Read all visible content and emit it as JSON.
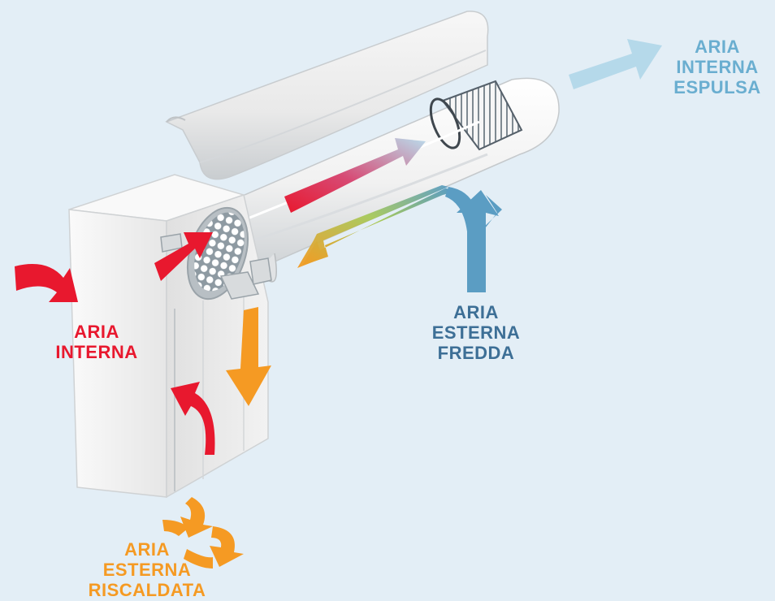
{
  "labels": {
    "expelled": {
      "lines": [
        "ARIA",
        "INTERNA",
        "ESPULSA"
      ],
      "color": "#6aaed0"
    },
    "indoor": {
      "lines": [
        "ARIA",
        "INTERNA"
      ],
      "color": "#e8182e"
    },
    "outdoor_cold": {
      "lines": [
        "ARIA",
        "ESTERNA",
        "FREDDA"
      ],
      "color": "#3d6f96"
    },
    "outdoor_heated": {
      "lines": [
        "ARIA",
        "ESTERNA",
        "RISCALDATA"
      ],
      "color": "#f59a23"
    }
  },
  "colors": {
    "background": "#e3eef6",
    "red_flow": "#e8182e",
    "orange_flow": "#f59a23",
    "blue_flow": "#5b9dc3",
    "pale_blue_flow": "#b5d9ea",
    "device_white": "#f4f4f4"
  }
}
